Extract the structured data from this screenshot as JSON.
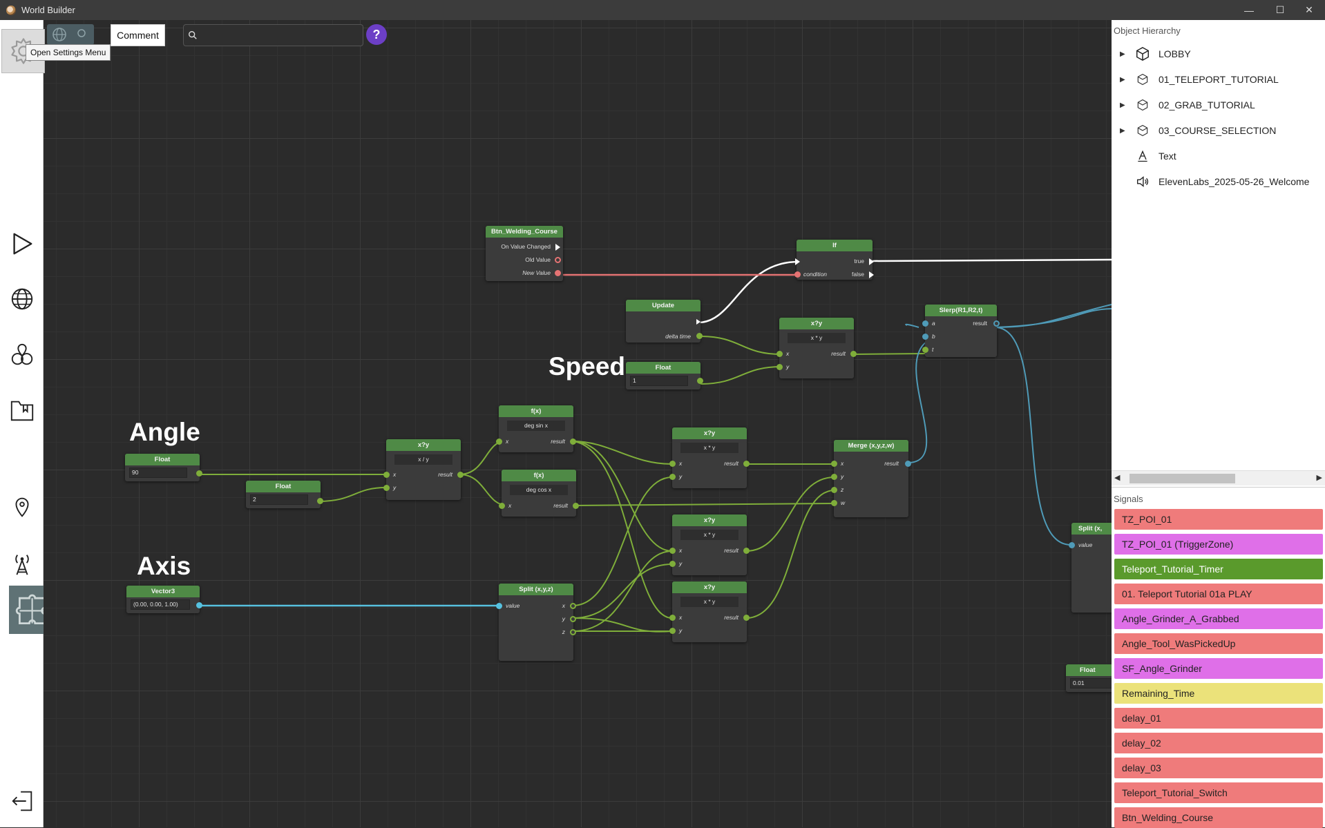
{
  "window": {
    "title": "World Builder",
    "controls": [
      "—",
      "☐",
      "✕"
    ]
  },
  "toolbar": {
    "comment_label": "Comment",
    "help_label": "?",
    "tooltip": "Open Settings Menu",
    "search_placeholder": ""
  },
  "canvas_labels": {
    "angle": "Angle",
    "axis": "Axis",
    "speed": "Speed"
  },
  "nodes": {
    "btn_welding": {
      "title": "Btn_Welding_Course",
      "ports": [
        "On Value Changed",
        "Old Value",
        "New Value"
      ]
    },
    "if_node": {
      "title": "If",
      "in_condition": "condition",
      "out_true": "true",
      "out_false": "false"
    },
    "update": {
      "title": "Update",
      "out_delta": "delta time"
    },
    "mul_speed": {
      "title": "x?y",
      "op": "x * y",
      "x": "x",
      "y": "y",
      "result": "result"
    },
    "float_speed": {
      "title": "Float",
      "value": "1"
    },
    "slerp": {
      "title": "Slerp(R1,R2,t)",
      "a": "a",
      "b": "b",
      "t": "t",
      "result": "result"
    },
    "float_angle": {
      "title": "Float",
      "value": "90"
    },
    "float_two": {
      "title": "Float",
      "value": "2"
    },
    "div": {
      "title": "x?y",
      "op": "x / y",
      "x": "x",
      "y": "y",
      "result": "result"
    },
    "fsin": {
      "title": "f(x)",
      "op": "deg sin x",
      "x": "x",
      "result": "result"
    },
    "fcos": {
      "title": "f(x)",
      "op": "deg cos x",
      "x": "x",
      "result": "result"
    },
    "mul1": {
      "title": "x?y",
      "op": "x * y",
      "x": "x",
      "y": "y",
      "result": "result"
    },
    "mul2": {
      "title": "x?y",
      "op": "x * y",
      "x": "x",
      "y": "y",
      "result": "result"
    },
    "mul3": {
      "title": "x?y",
      "op": "x * y",
      "x": "x",
      "y": "y",
      "result": "result"
    },
    "merge": {
      "title": "Merge (x,y,z,w)",
      "x": "x",
      "y": "y",
      "z": "z",
      "w": "w",
      "result": "result"
    },
    "vector3": {
      "title": "Vector3",
      "value": "(0.00, 0.00, 1.00)"
    },
    "split": {
      "title": "Split (x,y,z)",
      "value": "value",
      "x": "x",
      "y": "y",
      "z": "z"
    },
    "split_right": {
      "title": "Split (x,",
      "value": "value"
    },
    "float_right": {
      "title": "Float",
      "value": "0.01"
    }
  },
  "hierarchy": {
    "title": "Object Hierarchy",
    "items": [
      {
        "label": "LOBBY",
        "icon": "cube-icon",
        "expandable": true
      },
      {
        "label": "01_TELEPORT_TUTORIAL",
        "icon": "cube-outline-icon",
        "expandable": true
      },
      {
        "label": "02_GRAB_TUTORIAL",
        "icon": "cube-outline-icon",
        "expandable": true
      },
      {
        "label": "03_COURSE_SELECTION",
        "icon": "cube-outline-icon",
        "expandable": true
      },
      {
        "label": "Text",
        "icon": "text-icon",
        "expandable": false
      },
      {
        "label": "ElevenLabs_2025-05-26_Welcome",
        "icon": "speaker-icon",
        "expandable": false
      }
    ]
  },
  "signals": {
    "title": "Signals",
    "items": [
      {
        "label": "TZ_POI_01",
        "color": "#ef7b7b"
      },
      {
        "label": "TZ_POI_01 (TriggerZone)",
        "color": "#df6fe8"
      },
      {
        "label": "Teleport_Tutorial_Timer",
        "color": "#5a9a2c",
        "text_color": "#ffffff"
      },
      {
        "label": "01. Teleport Tutorial 01a PLAY",
        "color": "#ef7b7b"
      },
      {
        "label": "Angle_Grinder_A_Grabbed",
        "color": "#df6fe8"
      },
      {
        "label": "Angle_Tool_WasPickedUp",
        "color": "#ef7b7b"
      },
      {
        "label": "SF_Angle_Grinder",
        "color": "#df6fe8"
      },
      {
        "label": "Remaining_Time",
        "color": "#ebe27a"
      },
      {
        "label": "delay_01",
        "color": "#ef7b7b"
      },
      {
        "label": "delay_02",
        "color": "#ef7b7b"
      },
      {
        "label": "delay_03",
        "color": "#ef7b7b"
      },
      {
        "label": "Teleport_Tutorial_Switch",
        "color": "#ef7b7b"
      },
      {
        "label": "Btn_Welding_Course",
        "color": "#ef7b7b"
      }
    ]
  },
  "colors": {
    "node_header": "#4f8a46",
    "wire_float": "#7fae3a",
    "wire_vector": "#56c2e0",
    "wire_bool": "#e57373",
    "wire_quat": "#4f9bb8",
    "wire_exec": "#ffffff"
  }
}
